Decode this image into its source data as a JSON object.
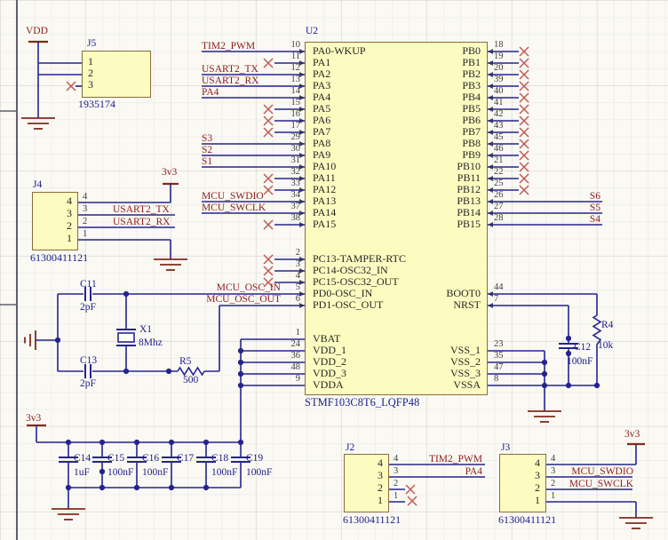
{
  "colors": {
    "wire": "#24248e",
    "net_label": "#8c1c1c",
    "designator": "#1c1c8e",
    "pin_text": "#262626",
    "body_fill": "#fdfcc0",
    "body_border": "#8a6d3b",
    "nc_mark": "#c05a55",
    "power_symbol": "#7e2c1e",
    "background": "#faf9f3"
  },
  "u2": {
    "designator": "U2",
    "part": "STMF103C8T6_LQFP48",
    "left_pins": [
      {
        "num": "10",
        "name": "PA0-WKUP",
        "net": "TIM2_PWM",
        "nc": false
      },
      {
        "num": "11",
        "name": "PA1",
        "net": null,
        "nc": true
      },
      {
        "num": "12",
        "name": "PA2",
        "net": "USART2_TX",
        "nc": false
      },
      {
        "num": "13",
        "name": "PA3",
        "net": "USART2_RX",
        "nc": false
      },
      {
        "num": "14",
        "name": "PA4",
        "net": "PA4",
        "nc": false
      },
      {
        "num": "15",
        "name": "PA5",
        "net": null,
        "nc": true
      },
      {
        "num": "16",
        "name": "PA6",
        "net": null,
        "nc": true
      },
      {
        "num": "17",
        "name": "PA7",
        "net": null,
        "nc": true
      },
      {
        "num": "29",
        "name": "PA8",
        "net": "S3",
        "nc": false
      },
      {
        "num": "30",
        "name": "PA9",
        "net": "S2",
        "nc": false
      },
      {
        "num": "31",
        "name": "PA10",
        "net": "S1",
        "nc": false
      },
      {
        "num": "32",
        "name": "PA11",
        "net": null,
        "nc": true
      },
      {
        "num": "33",
        "name": "PA12",
        "net": null,
        "nc": true
      },
      {
        "num": "34",
        "name": "PA13",
        "net": "MCU_SWDIO",
        "nc": false
      },
      {
        "num": "37",
        "name": "PA14",
        "net": "MCU_SWCLK",
        "nc": false
      },
      {
        "num": "38",
        "name": "PA15",
        "net": null,
        "nc": true
      }
    ],
    "right_pins": [
      {
        "num": "18",
        "name": "PB0",
        "net": null,
        "nc": true
      },
      {
        "num": "19",
        "name": "PB1",
        "net": null,
        "nc": true
      },
      {
        "num": "20",
        "name": "PB2",
        "net": null,
        "nc": true
      },
      {
        "num": "39",
        "name": "PB3",
        "net": null,
        "nc": true
      },
      {
        "num": "40",
        "name": "PB4",
        "net": null,
        "nc": true
      },
      {
        "num": "41",
        "name": "PB5",
        "net": null,
        "nc": true
      },
      {
        "num": "42",
        "name": "PB6",
        "net": null,
        "nc": true
      },
      {
        "num": "43",
        "name": "PB7",
        "net": null,
        "nc": true
      },
      {
        "num": "45",
        "name": "PB8",
        "net": null,
        "nc": true
      },
      {
        "num": "46",
        "name": "PB9",
        "net": null,
        "nc": true
      },
      {
        "num": "21",
        "name": "PB10",
        "net": null,
        "nc": true
      },
      {
        "num": "22",
        "name": "PB11",
        "net": null,
        "nc": true
      },
      {
        "num": "25",
        "name": "PB12",
        "net": null,
        "nc": true
      },
      {
        "num": "26",
        "name": "PB13",
        "net": "S6",
        "nc": false
      },
      {
        "num": "27",
        "name": "PB14",
        "net": "S5",
        "nc": false
      },
      {
        "num": "28",
        "name": "PB15",
        "net": "S4",
        "nc": false
      }
    ],
    "mid_left_pins": [
      {
        "num": "2",
        "name": "PC13-TAMPER-RTC",
        "net": null,
        "nc": true
      },
      {
        "num": "3",
        "name": "PC14-OSC32_IN",
        "net": null,
        "nc": true
      },
      {
        "num": "4",
        "name": "PC15-OSC32_OUT",
        "net": null,
        "nc": true
      },
      {
        "num": "5",
        "name": "PD0-OSC_IN",
        "net": "MCU_OSC_IN",
        "nc": false
      },
      {
        "num": "6",
        "name": "PD1-OSC_OUT",
        "net": "MCU_OSC_OUT",
        "nc": false
      }
    ],
    "mid_right_pins": [
      {
        "num": "44",
        "name": "BOOT0"
      },
      {
        "num": "7",
        "name": "NRST"
      }
    ],
    "power_left_pins": [
      {
        "num": "1",
        "name": "VBAT"
      },
      {
        "num": "24",
        "name": "VDD_1"
      },
      {
        "num": "36",
        "name": "VDD_2"
      },
      {
        "num": "48",
        "name": "VDD_3"
      },
      {
        "num": "9",
        "name": "VDDA"
      }
    ],
    "power_right_pins": [
      {
        "num": "23",
        "name": "VSS_1"
      },
      {
        "num": "35",
        "name": "VSS_2"
      },
      {
        "num": "47",
        "name": "VSS_3"
      },
      {
        "num": "8",
        "name": "VSSA"
      }
    ]
  },
  "connectors": {
    "j5": {
      "designator": "J5",
      "part": "1935174",
      "pins": [
        "1",
        "2",
        "3"
      ]
    },
    "j4": {
      "designator": "J4",
      "part": "61300411121",
      "pins": [
        "4",
        "3",
        "2",
        "1"
      ],
      "wire_nums": [
        "4",
        "3",
        "2",
        "1"
      ],
      "nets": [
        "",
        "USART2_TX",
        "USART2_RX",
        ""
      ]
    },
    "j2": {
      "designator": "J2",
      "part": "61300411121",
      "pins": [
        "4",
        "3",
        "2",
        "1"
      ],
      "wire_nums": [
        "4",
        "3",
        "2",
        "1"
      ],
      "nets": [
        "TIM2_PWM",
        "PA4",
        "",
        ""
      ]
    },
    "j3": {
      "designator": "J3",
      "part": "61300411121",
      "pins": [
        "4",
        "3",
        "2",
        "1"
      ],
      "wire_nums": [
        "4",
        "3",
        "2",
        "1"
      ],
      "nets": [
        "",
        "MCU_SWDIO",
        "MCU_SWCLK",
        ""
      ]
    }
  },
  "components": {
    "c11": {
      "designator": "C11",
      "value": "2pF"
    },
    "c13": {
      "designator": "C13",
      "value": "2pF"
    },
    "x1": {
      "designator": "X1",
      "value": "8Mhz"
    },
    "r5": {
      "designator": "R5",
      "value": "500"
    },
    "r4": {
      "designator": "R4",
      "value": "10k"
    },
    "c12": {
      "designator": "C12",
      "value": "100nF"
    },
    "caps": [
      {
        "designator": "C14",
        "value": "1uF"
      },
      {
        "designator": "C15",
        "value": "100nF"
      },
      {
        "designator": "C16",
        "value": "100nF"
      },
      {
        "designator": "C17",
        "value": ""
      },
      {
        "designator": "C18",
        "value": "100nF"
      },
      {
        "designator": "C19",
        "value": "100nF"
      }
    ]
  },
  "power_labels": {
    "vdd": "VDD",
    "v33_j4": "3v3",
    "v33_bottom": "3v3",
    "v33_j3": "3v3"
  }
}
